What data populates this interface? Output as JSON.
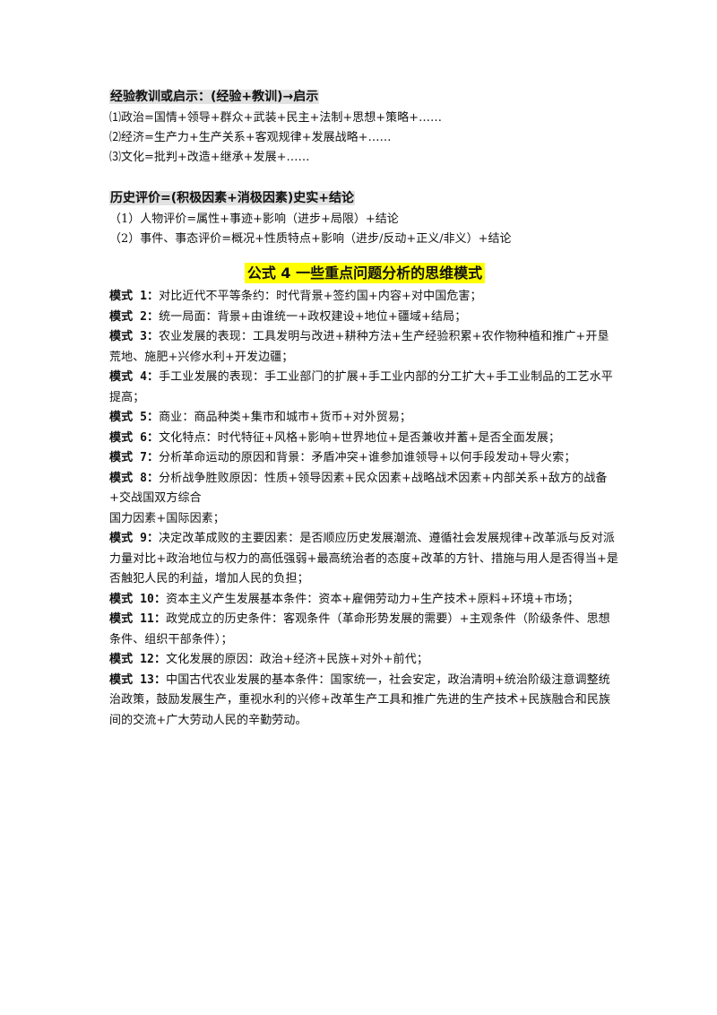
{
  "lessons": {
    "header": "经验教训或启示：(经验+教训)→启示",
    "items": [
      "⑴政治=国情+领导+群众+武装+民主+法制+思想+策略+……",
      "⑵经济=生产力+生产关系+客观规律+发展战略+……",
      "⑶文化=批判+改造+继承+发展+……"
    ]
  },
  "evaluation": {
    "header": "历史评价=(积极因素+消极因素)史实+结论",
    "items": [
      "（1）人物评价=属性+事迹+影响（进步+局限）+结论",
      "（2）事件、事态评价=概况+性质特点+影响（进步/反动+正义/非义）+结论"
    ]
  },
  "formula4": {
    "title": "公式 4   一些重点问题分析的思维模式",
    "modes": [
      {
        "label": "模式 1：",
        "text": "对比近代不平等条约：时代背景+签约国+内容+对中国危害；"
      },
      {
        "label": "模式 2：",
        "text": "统一局面：背景+由谁统一+政权建设+地位+疆域+结局；"
      },
      {
        "label": "模式 3：",
        "text": "农业发展的表现：工具发明与改进+耕种方法+生产经验积累+农作物种植和推广+开垦荒地、施肥+兴修水利+开发边疆；"
      },
      {
        "label": "模式 4：",
        "text": "手工业发展的表现：手工业部门的扩展+手工业内部的分工扩大+手工业制品的工艺水平提高；"
      },
      {
        "label": "模式 5：",
        "text": "商业：商品种类+集市和城市+货币+对外贸易；"
      },
      {
        "label": "模式 6：",
        "text": "文化特点：时代特征+风格+影响+世界地位+是否兼收并蓄+是否全面发展；"
      },
      {
        "label": "模式 7：",
        "text": "分析革命运动的原因和背景：矛盾冲突+谁参加谁领导+以何手段发动+导火索；"
      },
      {
        "label": "模式 8：",
        "text": "分析战争胜败原因：性质+领导因素+民众因素+战略战术因素+内部关系+敌方的战备+交战国双方综合"
      },
      {
        "label": "",
        "text": "国力因素+国际因素；"
      },
      {
        "label": "模式 9：",
        "text": "决定改革成败的主要因素：是否顺应历史发展潮流、遵循社会发展规律+改革派与反对派力量对比+政治地位与权力的高低强弱+最高统治者的态度+改革的方针、措施与用人是否得当+是否触犯人民的利益，增加人民的负担；"
      },
      {
        "label": "模式 10：",
        "text": "资本主义产生发展基本条件：资本+雇佣劳动力+生产技术+原料+环境+市场；"
      },
      {
        "label": "模式 11：",
        "text": "政党成立的历史条件：客观条件（革命形势发展的需要）+主观条件（阶级条件、思想条件、组织干部条件）；"
      },
      {
        "label": "模式 12：",
        "text": "文化发展的原因：政治+经济+民族+对外+前代；"
      },
      {
        "label": "模式 13：",
        "text": "中国古代农业发展的基本条件：国家统一，社会安定，政治清明+统治阶级注意调整统治政策，鼓励发展生产，重视水利的兴修+改革生产工具和推广先进的生产技术+民族融合和民族间的交流+广大劳动人民的辛勤劳动。"
      }
    ]
  }
}
